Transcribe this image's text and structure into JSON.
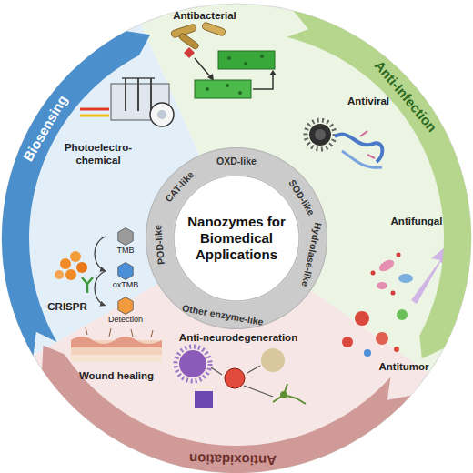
{
  "diagram": {
    "nodes": [
      {
        "text": [
          "Biosensing"
        ]
      },
      {
        "text": [
          "Anti-Infection"
        ]
      },
      {
        "text": [
          "Antioxidation"
        ]
      },
      {
        "text": [
          "OXD-like",
          "SOD-like",
          "Hydrolase-like",
          "Other enzyme-like",
          "POD-like",
          "CAT-like"
        ]
      },
      {
        "text": [
          "Nanozymes for Biomedical Applications"
        ],
        "in": 3
      },
      {
        "text": [
          "TMB"
        ]
      },
      {
        "text": [
          "oxTMB"
        ]
      },
      {
        "text": [
          "Detection"
        ]
      }
    ],
    "edges": [
      {
        "from": 5,
        "to": 6,
        "arrow": "to"
      },
      {
        "from": 6,
        "to": 7,
        "arrow": "to"
      }
    ],
    "labels": [
      "Antibacterial",
      "Antiviral",
      "Antifungal",
      "Antitumor",
      "Anti-neurodegeneration",
      "Wound healing",
      "CRISPR",
      "Photoelectro- chemical"
    ]
  }
}
